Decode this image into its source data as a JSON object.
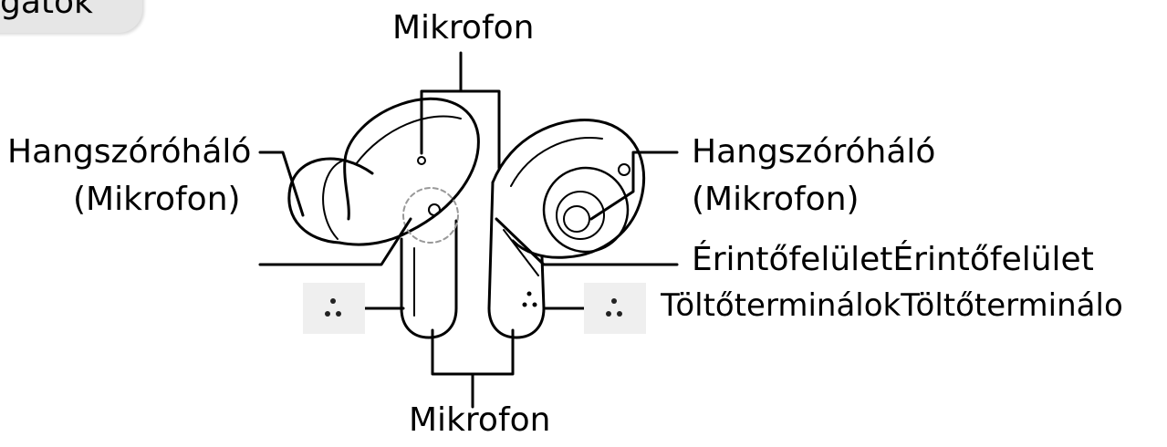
{
  "section": {
    "title": "gatok"
  },
  "labels": {
    "mic_top": "Mikrofon",
    "mic_bottom": "Mikrofon",
    "speaker_left": "Hangszóróháló",
    "speaker_left_sub": "(Mikrofon)",
    "speaker_right": "Hangszóróháló",
    "speaker_right_sub": "(Mikrofon)",
    "touchpad": "ÉrintőfelületÉrintőfelület",
    "charging": "TöltőterminálokTöltőterminálo"
  },
  "colors": {
    "line": "#000000",
    "tab_bg": "#e6e6e6",
    "pad_bg": "#efefef",
    "dash": "#999999"
  }
}
